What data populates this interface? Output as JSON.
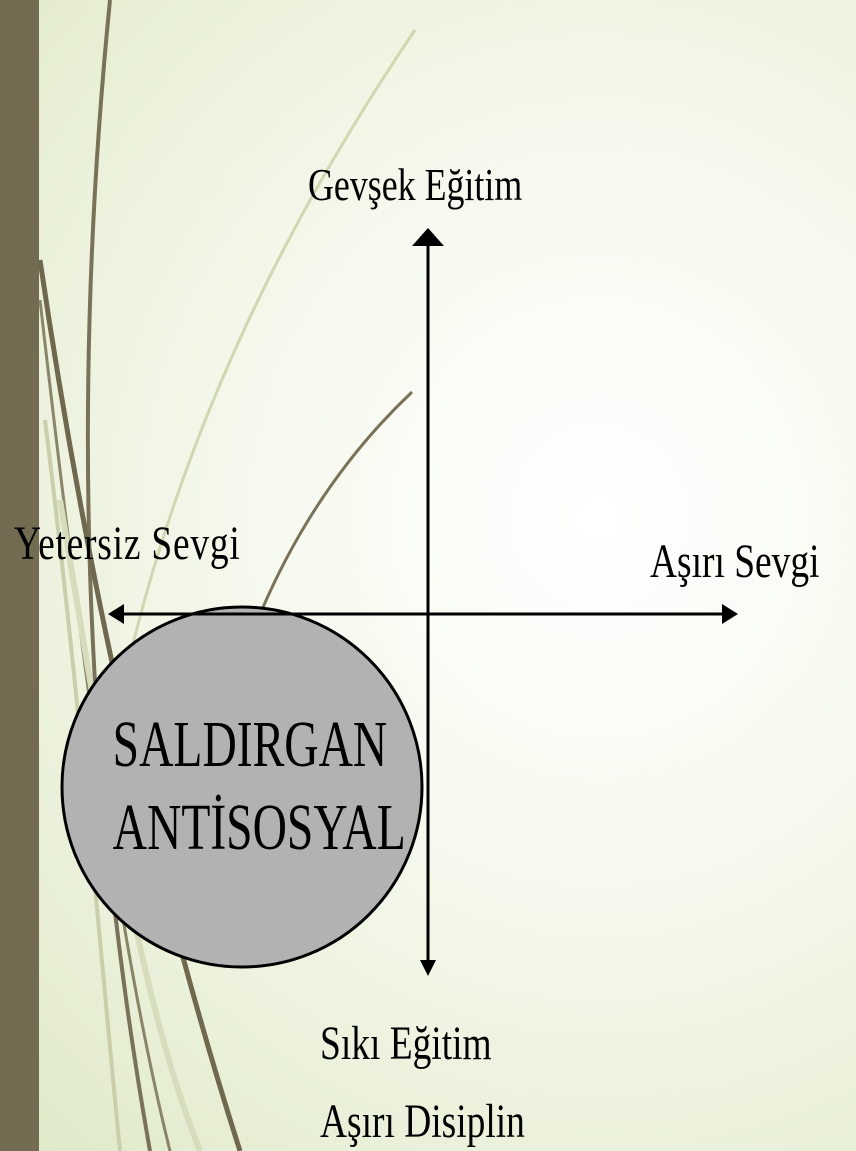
{
  "axes": {
    "top_label": "Gevşek Eğitim",
    "left_label": "Yetersiz Sevgi",
    "right_label": "Aşırı Sevgi",
    "bottom_label_line1": "Sıkı Eğitim",
    "bottom_label_line2": "Aşırı Disiplin"
  },
  "highlight_region": {
    "line1": "SALDIRGAN",
    "line2": "ANTİSOSYAL",
    "quadrant": "bottom-left"
  },
  "colors": {
    "background": "#f6f9ee",
    "side_bar": "#736c53",
    "circle_fill": "#b2b2b2",
    "axis": "#000000"
  }
}
